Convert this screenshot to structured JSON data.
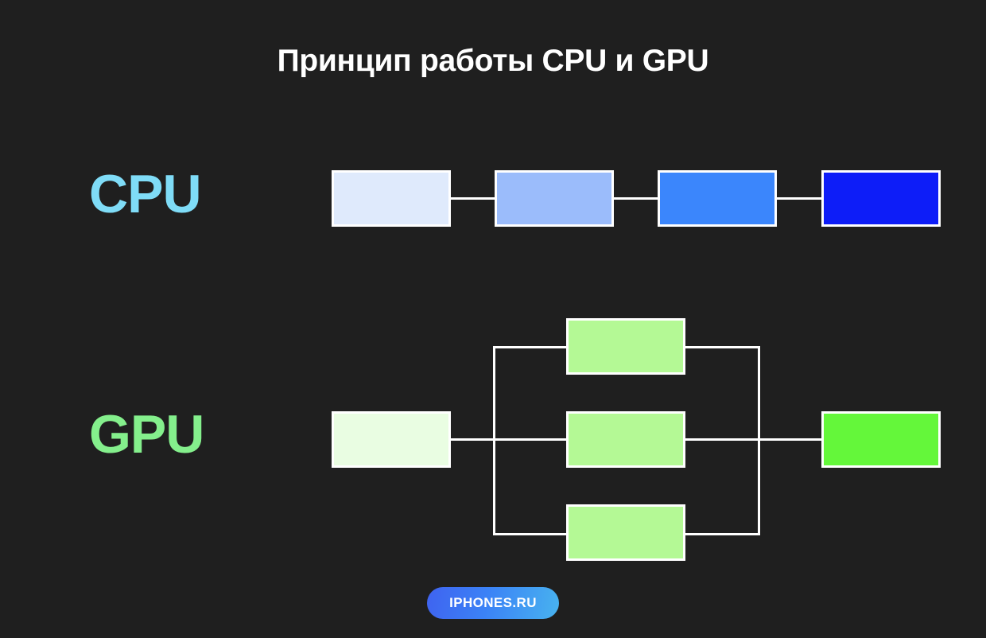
{
  "background_color": "#1f1f1f",
  "title": "Принцип работы CPU и GPU",
  "rows": {
    "cpu": {
      "label": "CPU",
      "label_color": "#7fdcf7",
      "flow_type": "sequential",
      "stages": [
        {
          "name": "cpu-stage-1",
          "color": "#dfeafc"
        },
        {
          "name": "cpu-stage-2",
          "color": "#9bbcfb"
        },
        {
          "name": "cpu-stage-3",
          "color": "#3b86fc"
        },
        {
          "name": "cpu-stage-4",
          "color": "#0d1df8"
        }
      ]
    },
    "gpu": {
      "label": "GPU",
      "label_color": "#84ef8c",
      "flow_type": "parallel",
      "input": {
        "name": "gpu-input",
        "color": "#e9fde2"
      },
      "parallel_units": [
        {
          "name": "gpu-core-1",
          "color": "#b4f995"
        },
        {
          "name": "gpu-core-2",
          "color": "#b4f995"
        },
        {
          "name": "gpu-core-3",
          "color": "#b4f995"
        }
      ],
      "output": {
        "name": "gpu-output",
        "color": "#64f73a"
      }
    }
  },
  "connector_color": "#ffffff",
  "footer": {
    "badge_label": "IPHONES.RU",
    "badge_gradient_start": "#3f63f0",
    "badge_gradient_end": "#48b3ef",
    "badge_text_color": "#ffffff"
  }
}
